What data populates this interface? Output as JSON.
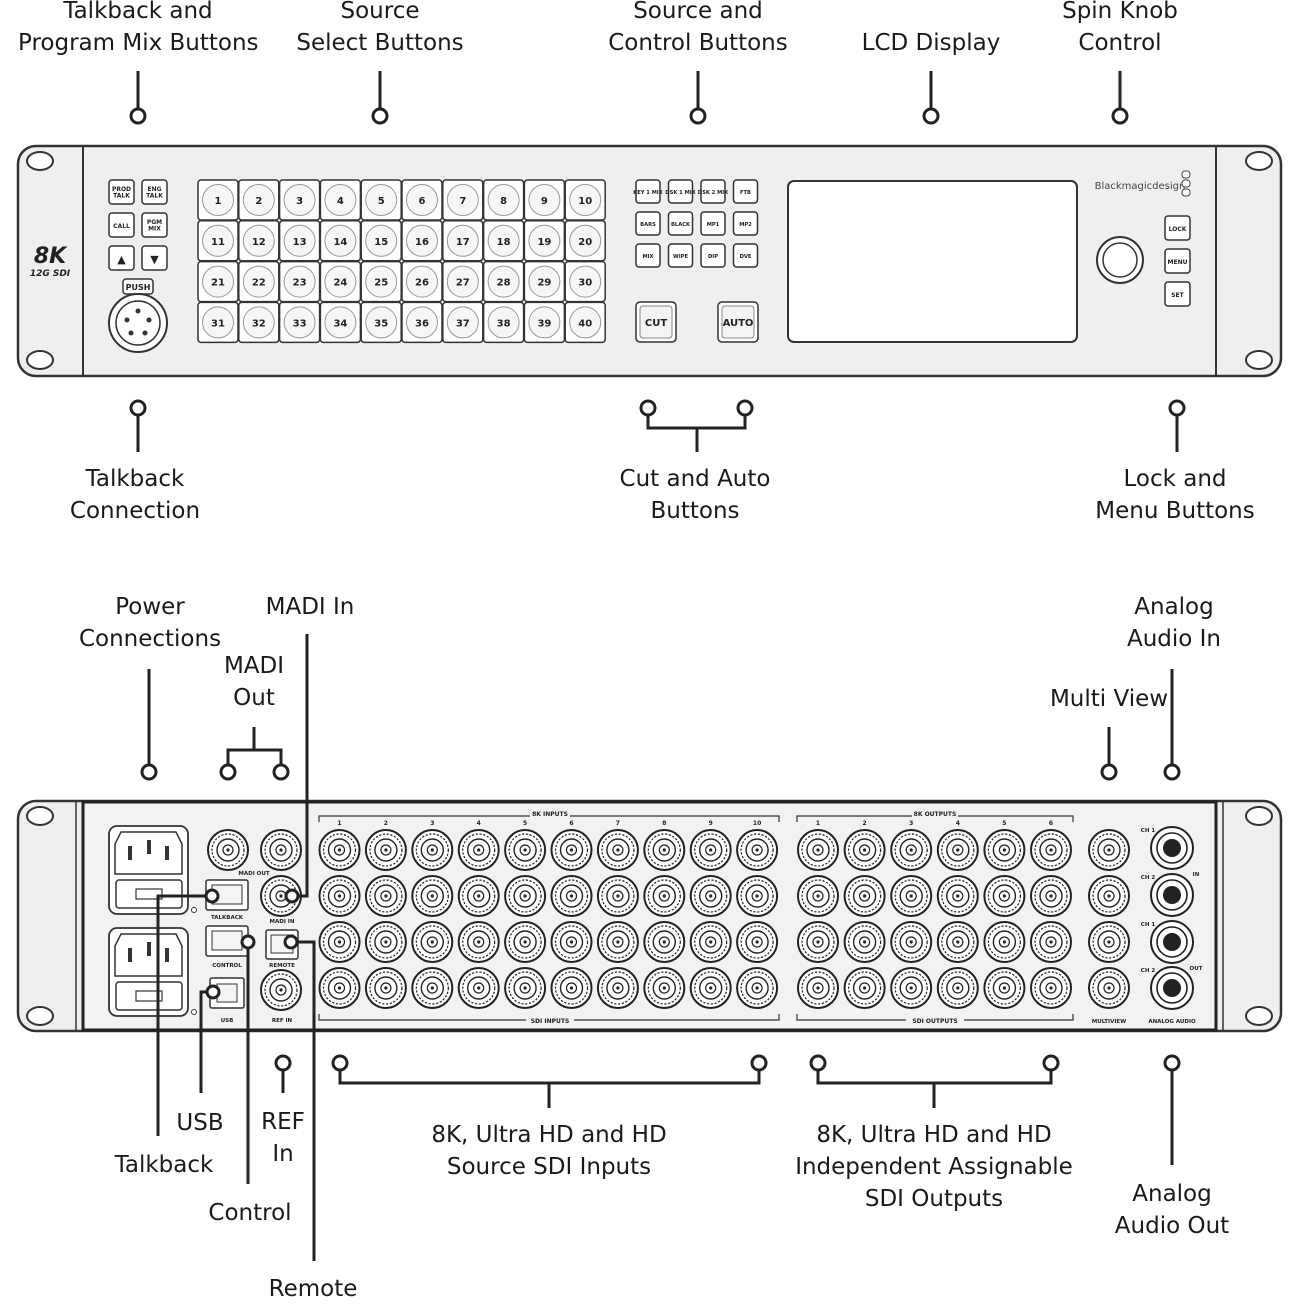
{
  "front_callouts_top": [
    {
      "id": "talkback-program-mix-label",
      "lines": [
        "Talkback and",
        "Program Mix Buttons"
      ]
    },
    {
      "id": "source-select-label",
      "lines": [
        "Source",
        "Select Buttons"
      ]
    },
    {
      "id": "source-control-label",
      "lines": [
        "Source and",
        "Control  Buttons"
      ]
    },
    {
      "id": "lcd-display-label",
      "lines": [
        "LCD Display"
      ]
    },
    {
      "id": "spin-knob-label",
      "lines": [
        "Spin Knob",
        "Control"
      ]
    }
  ],
  "front_callouts_bottom": [
    {
      "id": "talkback-connection-label",
      "lines": [
        "Talkback",
        "Connection"
      ]
    },
    {
      "id": "cut-auto-label",
      "lines": [
        "Cut and Auto",
        "Buttons"
      ]
    },
    {
      "id": "lock-menu-label",
      "lines": [
        "Lock and",
        "Menu Buttons"
      ]
    }
  ],
  "rear_callouts_top": [
    {
      "id": "power-label",
      "lines": [
        "Power",
        "Connections"
      ]
    },
    {
      "id": "madi-in-label",
      "lines": [
        "MADI In"
      ]
    },
    {
      "id": "madi-out-label",
      "lines": [
        "MADI",
        "Out"
      ]
    },
    {
      "id": "analog-audio-in-label",
      "lines": [
        "Analog",
        "Audio In"
      ]
    },
    {
      "id": "multi-view-label",
      "lines": [
        "Multi View"
      ]
    }
  ],
  "rear_callouts_bottom": [
    {
      "id": "usb-label",
      "lines": [
        "USB"
      ]
    },
    {
      "id": "ref-in-label",
      "lines": [
        "REF",
        "In"
      ]
    },
    {
      "id": "talkback-label",
      "lines": [
        "Talkback"
      ]
    },
    {
      "id": "control-label",
      "lines": [
        "Control"
      ]
    },
    {
      "id": "remote-label",
      "lines": [
        "Remote"
      ]
    },
    {
      "id": "sdi-inputs-label",
      "lines": [
        "8K, Ultra HD and HD",
        "Source SDI Inputs"
      ]
    },
    {
      "id": "sdi-outputs-label",
      "lines": [
        "8K, Ultra HD and HD",
        "Independent Assignable",
        "SDI Outputs"
      ]
    },
    {
      "id": "analog-audio-out-label",
      "lines": [
        "Analog",
        "Audio Out"
      ]
    }
  ],
  "front_panel": {
    "badge_main": "8K",
    "badge_sub": "12G SDI",
    "brand": "Blackmagicdesign",
    "talkback_buttons": [
      "PROD TALK",
      "ENG TALK",
      "CALL",
      "PGM MIX",
      "▲",
      "▼"
    ],
    "push_label": "PUSH",
    "source_buttons": [
      "1",
      "2",
      "3",
      "4",
      "5",
      "6",
      "7",
      "8",
      "9",
      "10",
      "11",
      "12",
      "13",
      "14",
      "15",
      "16",
      "17",
      "18",
      "19",
      "20",
      "21",
      "22",
      "23",
      "24",
      "25",
      "26",
      "27",
      "28",
      "29",
      "30",
      "31",
      "32",
      "33",
      "34",
      "35",
      "36",
      "37",
      "38",
      "39",
      "40"
    ],
    "control_buttons": [
      "KEY 1 MIX",
      "DSK 1 MIX",
      "DSK 2 MIX",
      "FTB",
      "BARS",
      "BLACK",
      "MP1",
      "MP2",
      "MIX",
      "WIPE",
      "DIP",
      "DVE"
    ],
    "cut_label": "CUT",
    "auto_label": "AUTO",
    "lock_label": "LOCK",
    "menu_label": "MENU",
    "set_label": "SET"
  },
  "rear_panel": {
    "inputs_header": "8K INPUTS",
    "outputs_header": "8K OUTPUTS",
    "inputs_group_numbers": [
      "1",
      "2",
      "3",
      "4",
      "5",
      "6",
      "7",
      "8",
      "9",
      "10"
    ],
    "outputs_group_numbers": [
      "1",
      "2",
      "3",
      "4",
      "5",
      "6"
    ],
    "sdi_inputs_label": "SDI INPUTS",
    "sdi_outputs_label": "SDI OUTPUTS",
    "madi_out_label": "MADI OUT",
    "madi_in_label": "MADI IN",
    "talkback_port": "TALKBACK",
    "control_port": "CONTROL",
    "remote_port": "REMOTE",
    "usb_port": "USB",
    "ref_in_port": "REF IN",
    "multiview_port": "MULTIVIEW",
    "analog_audio_port": "ANALOG AUDIO",
    "audio_channels": [
      "CH 1",
      "CH 2",
      "CH 1",
      "CH 2"
    ],
    "audio_in": "IN",
    "audio_out": "OUT"
  }
}
